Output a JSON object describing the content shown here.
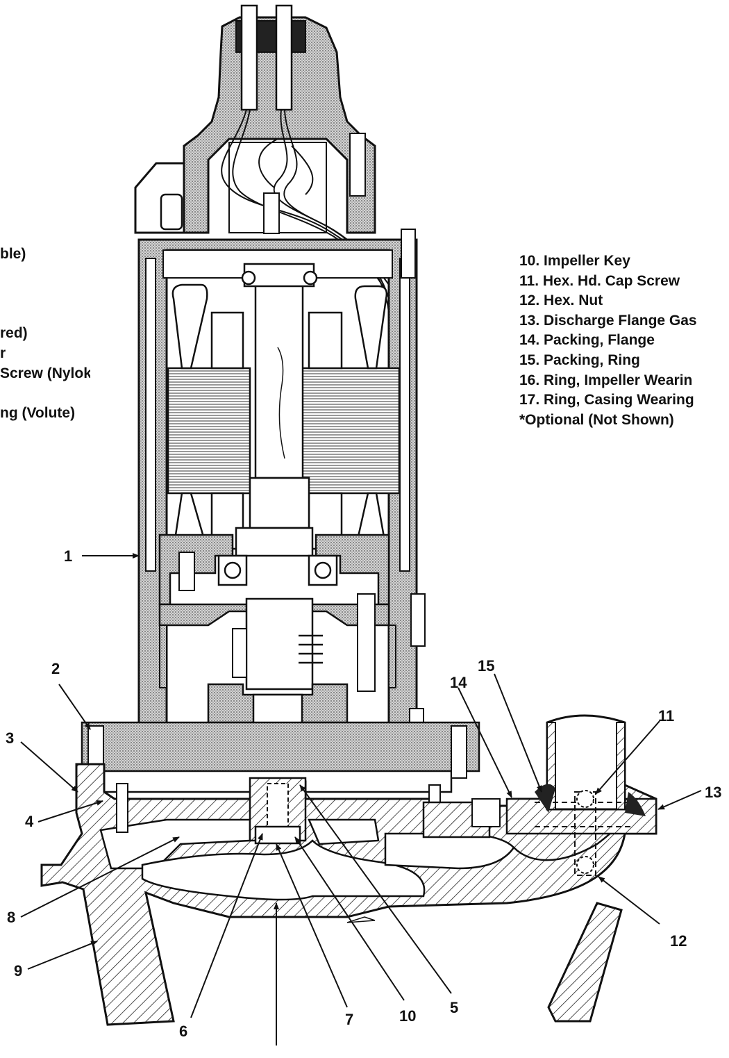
{
  "legend_left": [
    "ble)",
    "",
    "",
    "",
    "red)",
    "r",
    "Screw (Nylok)",
    "",
    "ng (Volute)"
  ],
  "legend_right": [
    "10.  Impeller Key",
    "11.  Hex. Hd. Cap Screw",
    "12.  Hex. Nut",
    "13.  Discharge Flange Gas",
    "14.  Packing, Flange",
    "15.  Packing, Ring",
    "16.  Ring, Impeller Wearin",
    "17.  Ring, Casing Wearing",
    "*Optional (Not Shown)"
  ],
  "callouts": {
    "c1": "1",
    "c2": "2",
    "c3": "3",
    "c4": "4",
    "c5": "5",
    "c6": "6",
    "c7": "7",
    "c8": "8",
    "c9": "9",
    "c10": "10",
    "c11": "11",
    "c12": "12",
    "c13": "13",
    "c14": "14",
    "c15": "15"
  }
}
